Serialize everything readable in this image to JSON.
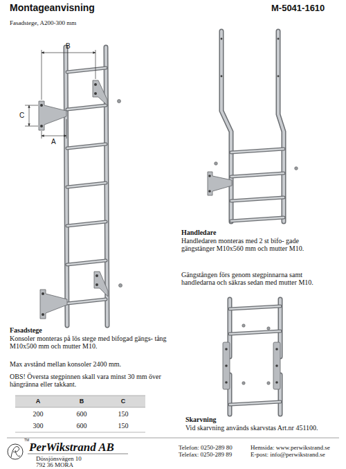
{
  "diagram": {
    "title": "Montageanvisning",
    "labels": [
      "M-5041-1610",
      "Fasadstege, A200-300 mm",
      "B",
      "C",
      "A",
      "Handledare",
      "Handledaren monteras med 2 st bifo- gade gängstänger M10x560 mm och mutter M10.",
      "Gängstången förs genom stegpinnarna samt handledarna och säkras sedan med mutter M10.",
      "Fasadstege",
      "Konsoler monteras på lös stege med bifogad gängs- tång M10x500 mm och mutter M10.",
      "Max avstånd mellan konsoler 2400 mm.",
      "OBS! Översta stegpinnen skall vara minst 30 mm över hängränna eller takkant.",
      "A",
      "B",
      "C",
      "200",
      "600",
      "150",
      "300",
      "600",
      "150",
      "Skarvning",
      "Vid skarvning används skarvstas Art.nr 451100.",
      "PerWikstrand AB",
      "TM",
      "Dössjönsvägen 10",
      "792 36 MORA",
      "Telefon: 0250-289 80",
      "Telefax: 0250-289 89",
      "Hemsida: www.perwikstrand.se",
      "E-post: info@perwikstrand.se"
    ]
  }
}
